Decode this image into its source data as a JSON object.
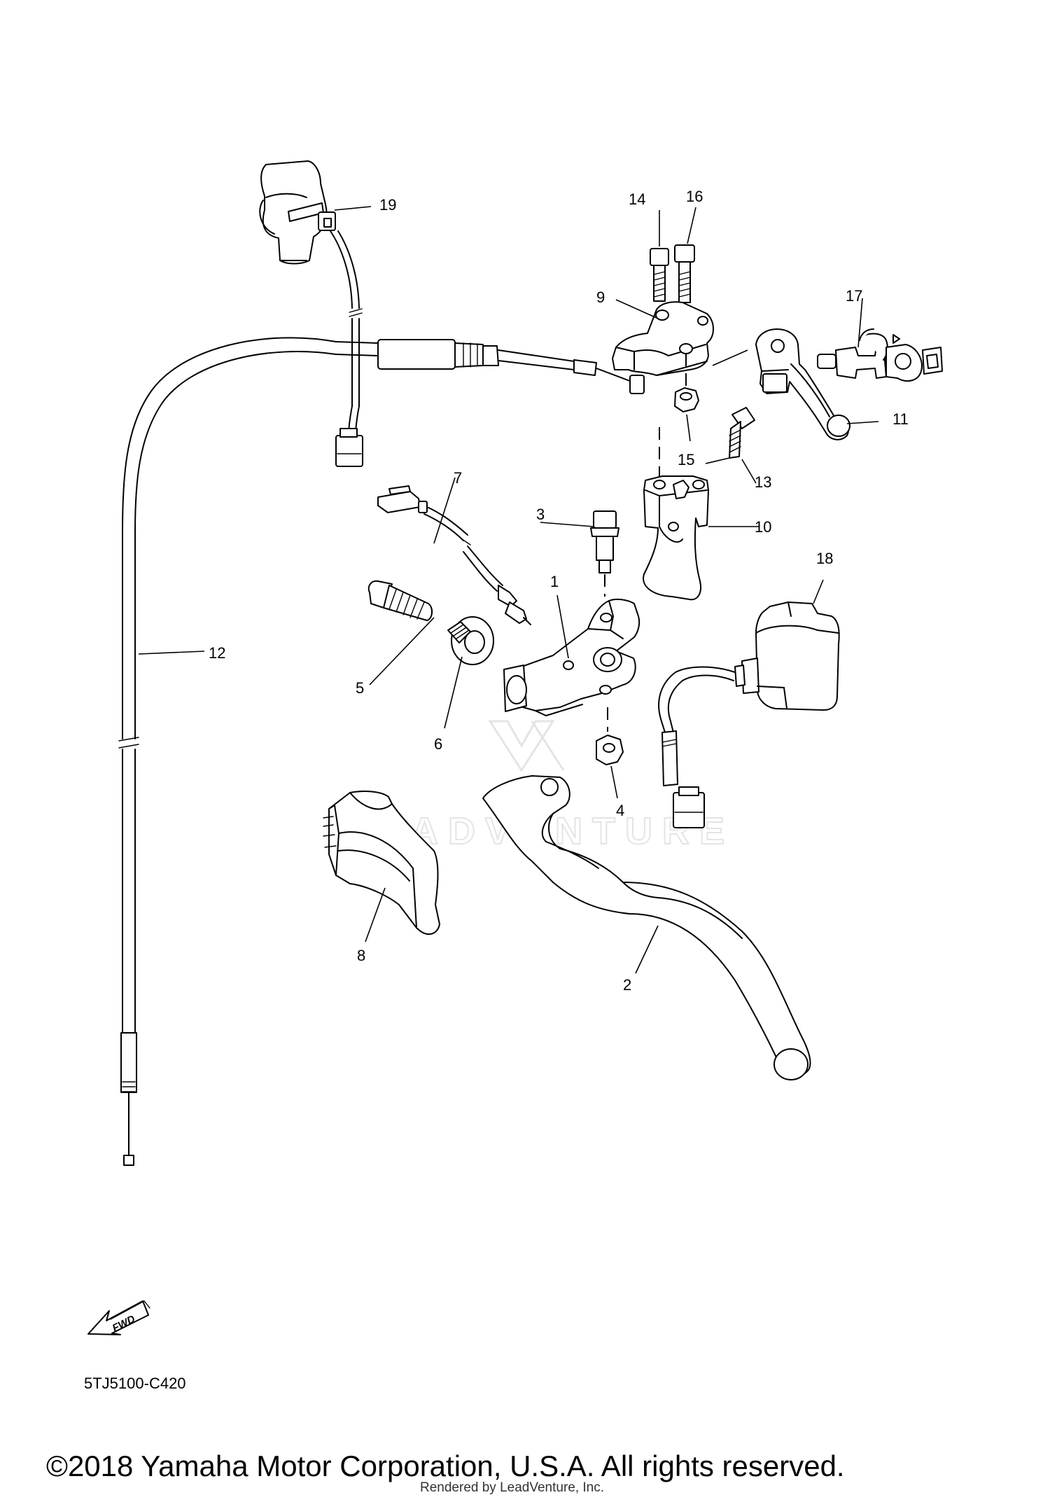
{
  "callouts": [
    {
      "id": "1",
      "label": "1"
    },
    {
      "id": "2",
      "label": "2"
    },
    {
      "id": "3",
      "label": "3"
    },
    {
      "id": "4",
      "label": "4"
    },
    {
      "id": "5",
      "label": "5"
    },
    {
      "id": "6",
      "label": "6"
    },
    {
      "id": "7",
      "label": "7"
    },
    {
      "id": "8",
      "label": "8"
    },
    {
      "id": "9",
      "label": "9"
    },
    {
      "id": "10",
      "label": "10"
    },
    {
      "id": "11",
      "label": "11"
    },
    {
      "id": "12",
      "label": "12"
    },
    {
      "id": "13",
      "label": "13"
    },
    {
      "id": "14",
      "label": "14"
    },
    {
      "id": "15",
      "label": "15"
    },
    {
      "id": "16",
      "label": "16"
    },
    {
      "id": "17",
      "label": "17"
    },
    {
      "id": "18",
      "label": "18"
    },
    {
      "id": "19",
      "label": "19"
    }
  ],
  "fwd_badge": {
    "text": "FWD"
  },
  "diagram_code": "5TJ5100-C420",
  "copyright": "©2018 Yamaha Motor Corporation, U.S.A. All rights reserved.",
  "rendered_by": "Rendered by LeadVenture, Inc.",
  "watermark": {
    "text": "LEADVENTURE",
    "color": "#e4e4e4"
  },
  "colors": {
    "ink": "#000000",
    "background": "#ffffff"
  }
}
